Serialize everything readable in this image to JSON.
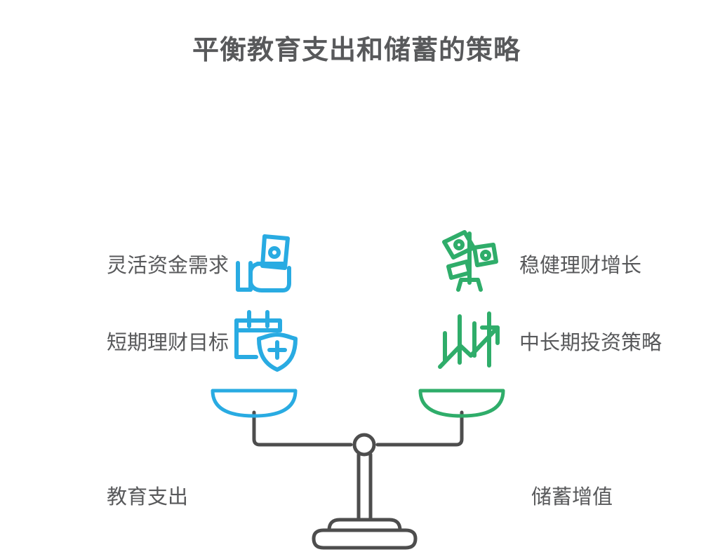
{
  "page": {
    "title": "平衡教育支出和储蓄的策略",
    "background_color": "#ffffff",
    "text_color": "#58595b",
    "left_accent_color": "#29ABE2",
    "right_accent_color": "#2FAD6A",
    "structure_color": "#4d4d4d"
  },
  "balance": {
    "left": {
      "pan_color": "#29ABE2",
      "bottom_label": "教育支出",
      "items": [
        {
          "label": "灵活资金需求",
          "icon": "hand-holding-money-icon"
        },
        {
          "label": "短期理财目标",
          "icon": "calendar-shield-plus-icon"
        }
      ]
    },
    "right": {
      "pan_color": "#2FAD6A",
      "bottom_label": "储蓄增值",
      "items": [
        {
          "label": "稳健理财增长",
          "icon": "money-tree-icon"
        },
        {
          "label": "中长期投资策略",
          "icon": "growth-chart-arrow-icon"
        }
      ]
    },
    "fulcrum_icon": "balance-fulcrum-circle-icon",
    "stand_icon": "balance-stand-icon"
  }
}
